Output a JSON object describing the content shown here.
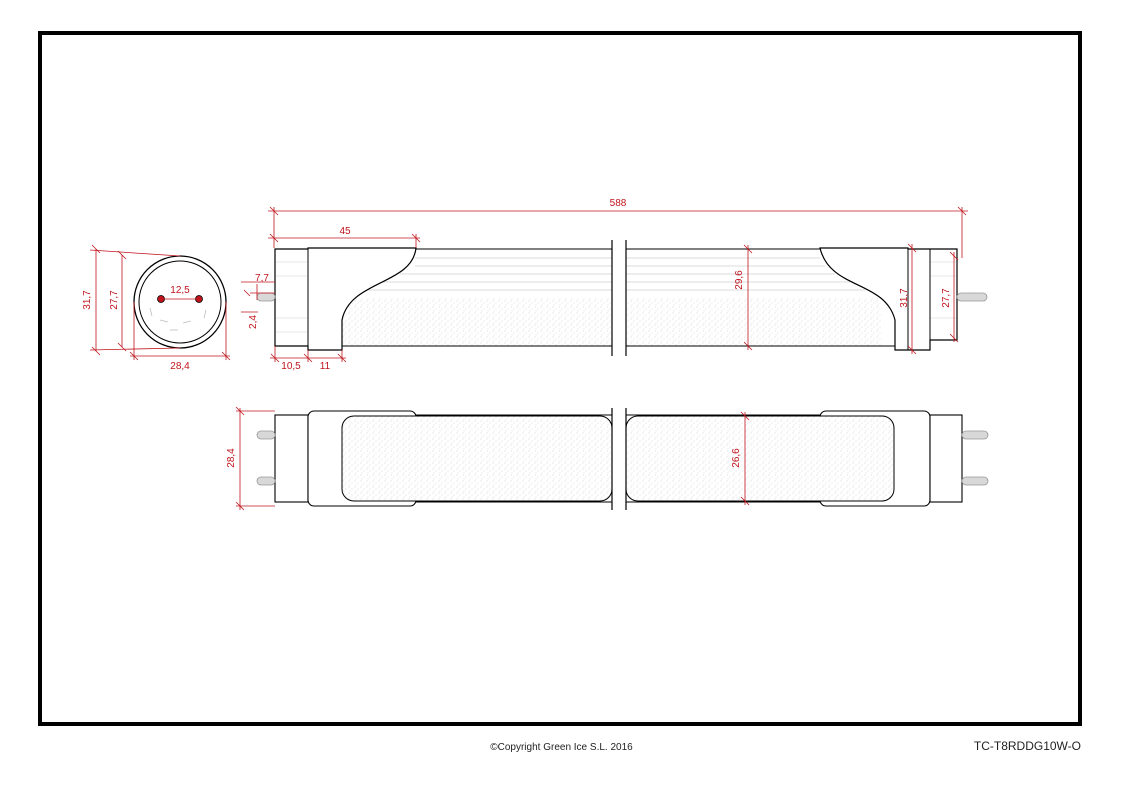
{
  "colors": {
    "frame": "#000000",
    "dimension": "#c0141c",
    "body": "#000000"
  },
  "dimensions": {
    "total_length": "588",
    "cap_length": "45",
    "end_diameter_outer": "31,7",
    "end_diameter_inner": "27,7",
    "pin_spacing": "12,5",
    "tube_diameter": "28,4",
    "pin_length": "7,7",
    "pin_diameter": "2,4",
    "cap_offset_a": "10,5",
    "cap_offset_b": "11",
    "lens_height_side": "29,6",
    "right_end_outer": "31,7",
    "right_end_inner": "27,7",
    "top_width": "28,4",
    "lens_width_top": "26,6"
  },
  "footer": {
    "copyright": "©Copyright Green Ice S.L. 2016",
    "model_code": "TC-T8RDDG10W-O"
  }
}
